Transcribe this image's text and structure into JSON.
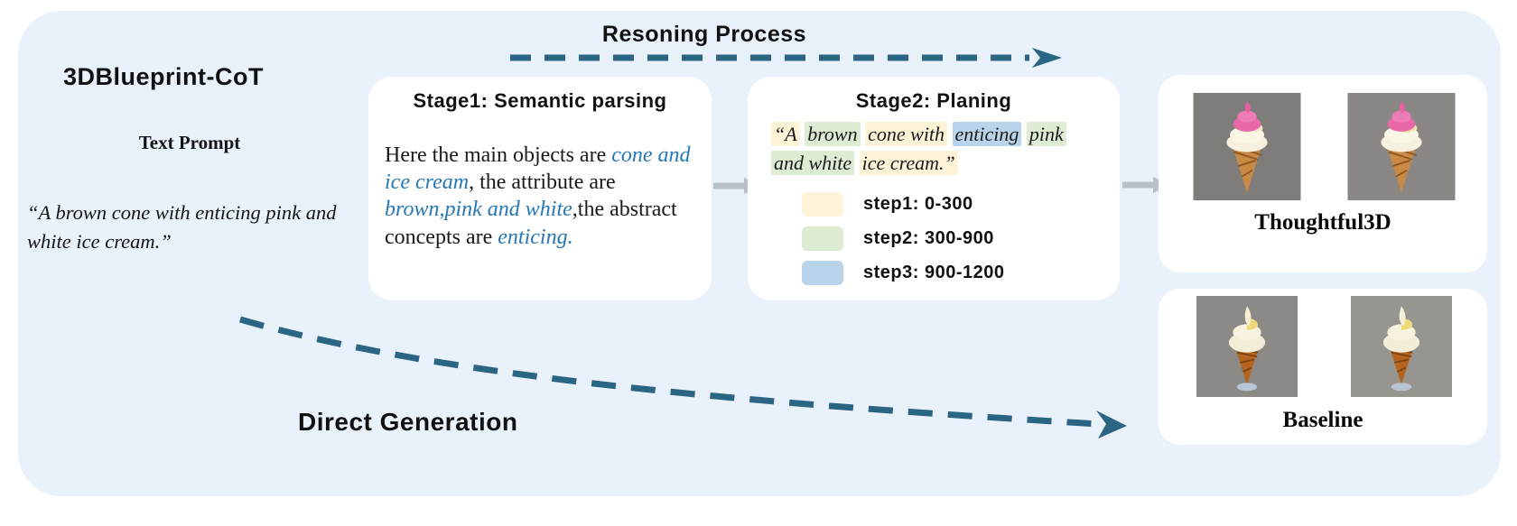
{
  "figure": {
    "method_title": "3DBlueprint-CoT",
    "reasoning_arrow_label": "Resoning Process",
    "direct_arrow_label": "Direct Generation"
  },
  "prompt": {
    "label": "Text Prompt",
    "text": "“A brown cone with enticing pink and white ice cream.”"
  },
  "stage1": {
    "title": "Stage1: Semantic parsing",
    "segments": [
      {
        "text": "Here the main objects are ",
        "style": "plain"
      },
      {
        "text": "cone and ice cream",
        "style": "em"
      },
      {
        "text": ", the  attribute are ",
        "style": "plain"
      },
      {
        "text": "brown,pink and white",
        "style": "em"
      },
      {
        "text": ",the abstract concepts are ",
        "style": "plain"
      },
      {
        "text": "enticing.",
        "style": "em"
      }
    ]
  },
  "stage2": {
    "title": "Stage2: Planing",
    "lines": [
      [
        {
          "text": "“A",
          "step": "step1"
        },
        {
          "text": "brown",
          "step": "step2"
        },
        {
          "text": "cone with",
          "step": "step1"
        },
        {
          "text": "enticing",
          "step": "step3"
        },
        {
          "text": "pink",
          "step": "step2"
        }
      ],
      [
        {
          "text": "and white",
          "step": "step2"
        },
        {
          "text": "ice cream.”",
          "step": "step1"
        }
      ]
    ],
    "legend": [
      {
        "swatch": "step1",
        "label": "step1: 0-300"
      },
      {
        "swatch": "step2",
        "label": "step2: 300-900"
      },
      {
        "swatch": "step3",
        "label": "step3: 900-1200"
      }
    ]
  },
  "results": [
    {
      "label": "Thoughtful3D"
    },
    {
      "label": "Baseline"
    }
  ],
  "colors": {
    "panel_bg": "#e9f1fb",
    "arrow_teal": "#2b6584",
    "arrow_gray": "#b9c0c8",
    "em_text_blue": "#2677b5",
    "step1": "#fdf3d7",
    "step2": "#dfecd4",
    "step3": "#b9d4ea"
  }
}
